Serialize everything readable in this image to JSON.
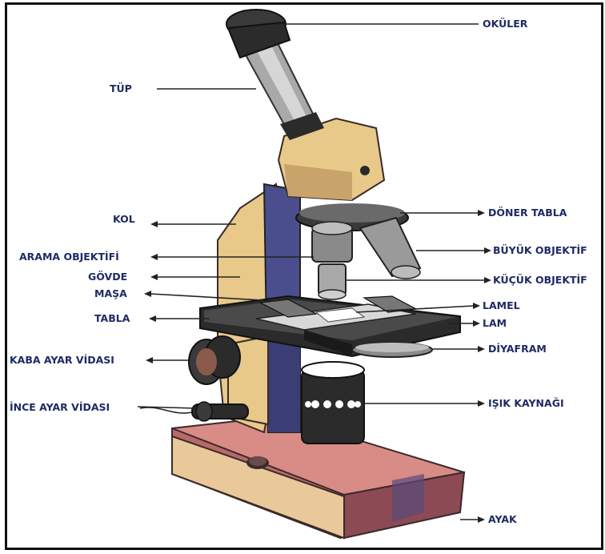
{
  "diagram": {
    "labels": {
      "okuler": "OKÜLER",
      "tup": "TÜP",
      "kol": "KOL",
      "doner_tabla": "DÖNER TABLA",
      "arama_objektifi": "ARAMA OBJEKTİFİ",
      "buyuk_objektif": "BÜYÜK OBJEKTİF",
      "govde": "GÖVDE",
      "kucuk_objektif": "KÜÇÜK OBJEKTİF",
      "masa": "MAŞA",
      "lamel": "LAMEL",
      "tabla": "TABLA",
      "lam": "LAM",
      "kaba_ayar_vidasi": "KABA AYAR VİDASI",
      "diyafram": "DİYAFRAM",
      "ince_ayar_vidasi": "İNCE AYAR VİDASI",
      "isik_kaynagi": "IŞIK KAYNAĞI",
      "ayak": "AYAK"
    },
    "colors": {
      "label_text": "#1f2a66",
      "body_tan": "#e8c98a",
      "body_shadow": "#b89152",
      "pillar_blue": "#4a4e8c",
      "base_red": "#b9696a",
      "stage_dark": "#2b2b2b",
      "objective_grey": "#9a9a9a"
    }
  }
}
